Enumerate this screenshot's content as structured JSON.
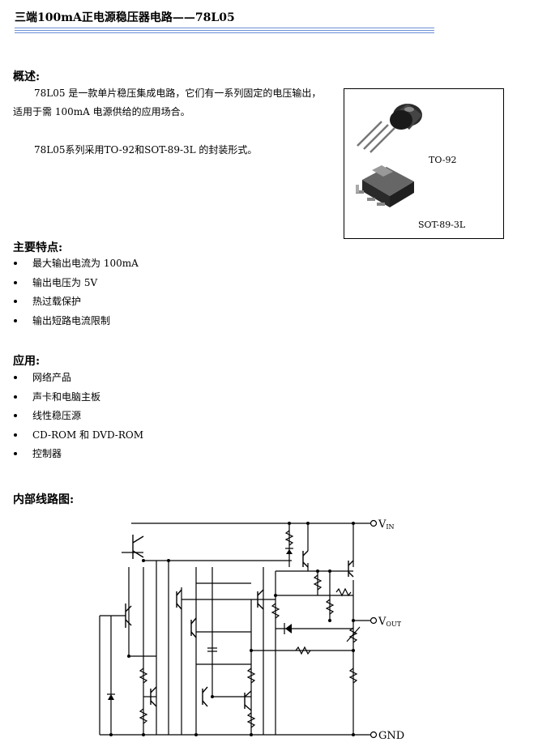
{
  "title": "三端100mA正电源稳压器电路——78L05",
  "overview": {
    "heading": "概述:",
    "line1": "78L05 是一款单片稳压集成电路，它们有一系列固定的电压输出，",
    "line2": "适用于需 100mA 电源供给的应用场合。",
    "line3": "78L05系列采用TO-92和SOT-89-3L 的封装形式。"
  },
  "packages": [
    {
      "label": "TO-92"
    },
    {
      "label": "SOT-89-3L"
    }
  ],
  "features": {
    "heading": "主要特点:",
    "items": [
      "最大输出电流为 100mA",
      "输出电压为 5V",
      "热过载保护",
      "输出短路电流限制"
    ]
  },
  "applications": {
    "heading": "应用:",
    "items": [
      "网络产品",
      "声卡和电脑主板",
      "线性稳压源",
      "CD-ROM 和 DVD-ROM",
      "控制器"
    ]
  },
  "circuit": {
    "heading": "内部线路图:",
    "vin": "V",
    "vin_sub": "IN",
    "vout": "V",
    "vout_sub": "OUT",
    "gnd": "GND"
  }
}
